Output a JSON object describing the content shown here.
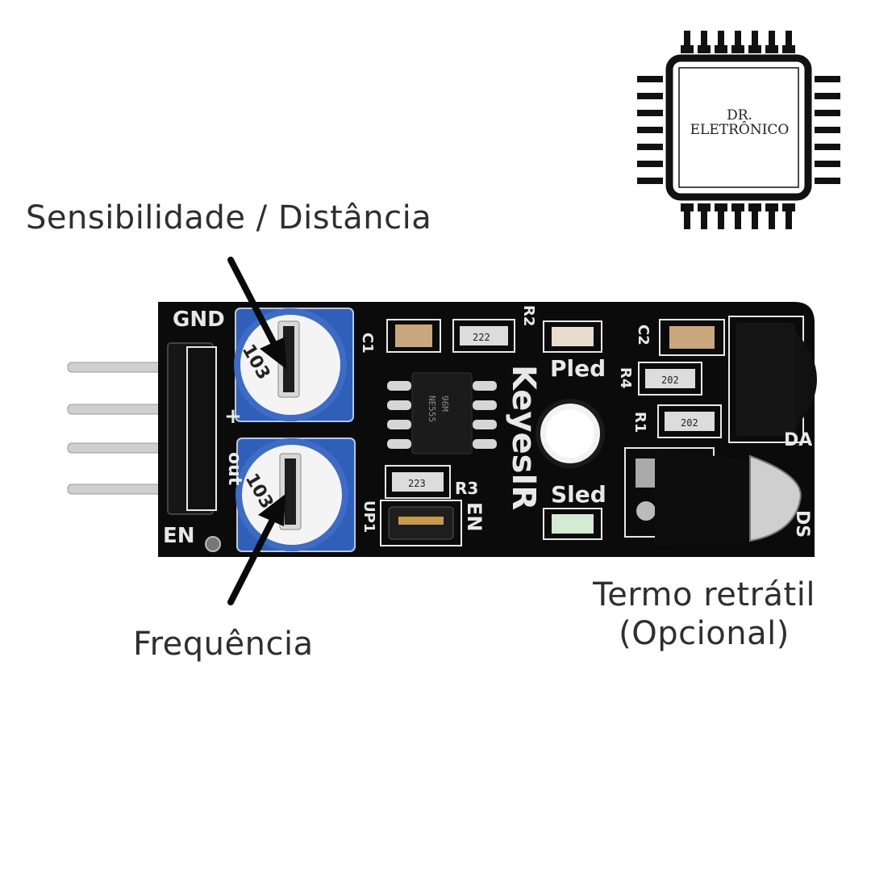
{
  "annotations": {
    "sensitivity": "Sensibilidade / Distância",
    "frequency": "Frequência",
    "heat_shrink_line1": "Termo retrátil",
    "heat_shrink_line2": "(Opcional)"
  },
  "logo": {
    "line1": "DR.",
    "line2": "ELETRÔNICO"
  },
  "board": {
    "brand": "KeyesIR",
    "pin_gnd": "GND",
    "pin_plus": "+",
    "pin_out": "out",
    "pin_en": "EN",
    "led_power": "Pled",
    "led_signal": "Sled",
    "chip_text_1": "NE555",
    "chip_text_2": "96M",
    "res_r1": "R1",
    "res_r2": "R2",
    "res_r3": "R3",
    "res_r4": "R4",
    "cap_c1": "C1",
    "cap_c2": "C2",
    "jumper": "UP1",
    "jumper_en": "EN",
    "res_code_222": "222",
    "res_code_223": "223",
    "res_code_202a": "202",
    "res_code_202b": "202",
    "pot_code_top": "103",
    "pot_code_bottom": "103",
    "side_da": "DA",
    "side_ds": "DS"
  },
  "colors": {
    "pcb": "#0b0b0c",
    "silk": "#e8e8e8",
    "pot_blue": "#2f5fb8",
    "pin_metal": "#c7c7c7",
    "arrow": "#0a0a0a"
  }
}
